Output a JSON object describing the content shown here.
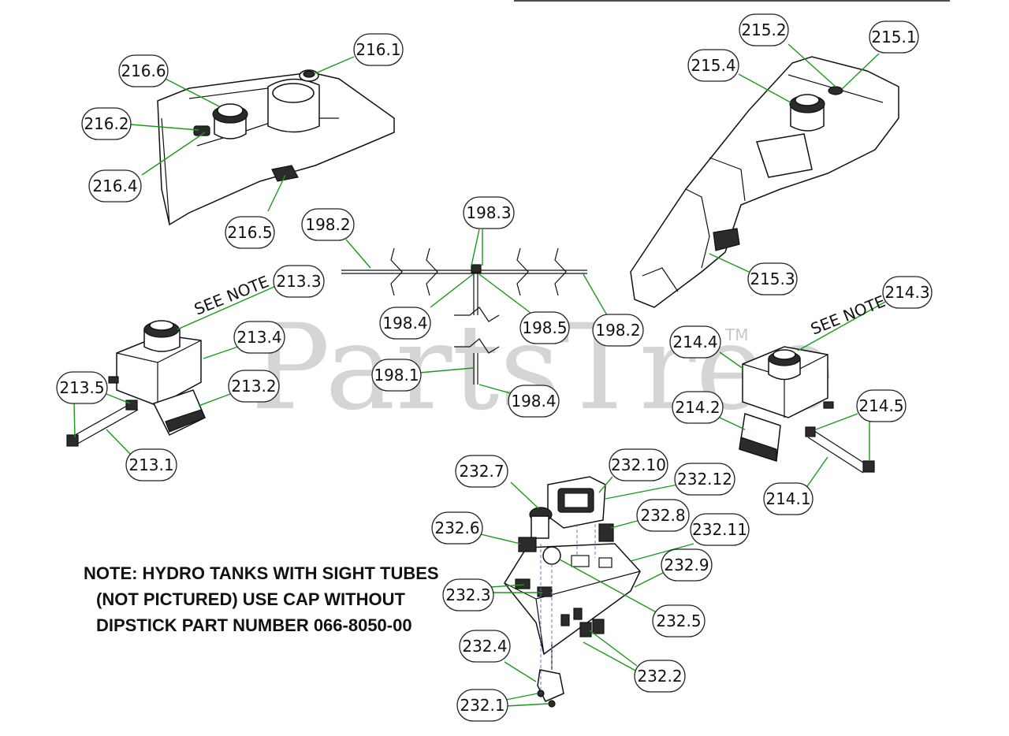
{
  "watermark": {
    "text": "PartsTree",
    "tm": "TM"
  },
  "note": {
    "lines": [
      "NOTE: HYDRO TANKS WITH SIGHT TUBES",
      "(NOT PICTURED) USE CAP WITHOUT",
      "DIPSTICK PART NUMBER 066-8050-00"
    ]
  },
  "see_note": [
    "SEE NOTE",
    "SEE NOTE"
  ],
  "callouts": [
    "216.1",
    "216.6",
    "216.2",
    "216.4",
    "216.5",
    "215.2",
    "215.1",
    "215.4",
    "215.3",
    "198.2",
    "198.3",
    "198.4",
    "198.5",
    "198.2",
    "198.1",
    "198.4",
    "213.3",
    "213.4",
    "213.5",
    "213.2",
    "213.1",
    "214.3",
    "214.4",
    "214.2",
    "214.5",
    "214.1",
    "232.7",
    "232.10",
    "232.12",
    "232.8",
    "232.6",
    "232.11",
    "232.9",
    "232.3",
    "232.5",
    "232.4",
    "232.2",
    "232.1"
  ],
  "colors": {
    "leader": "#1a9a1a",
    "hidden_line": "#5a78c8",
    "watermark": "#c8c8c8"
  }
}
